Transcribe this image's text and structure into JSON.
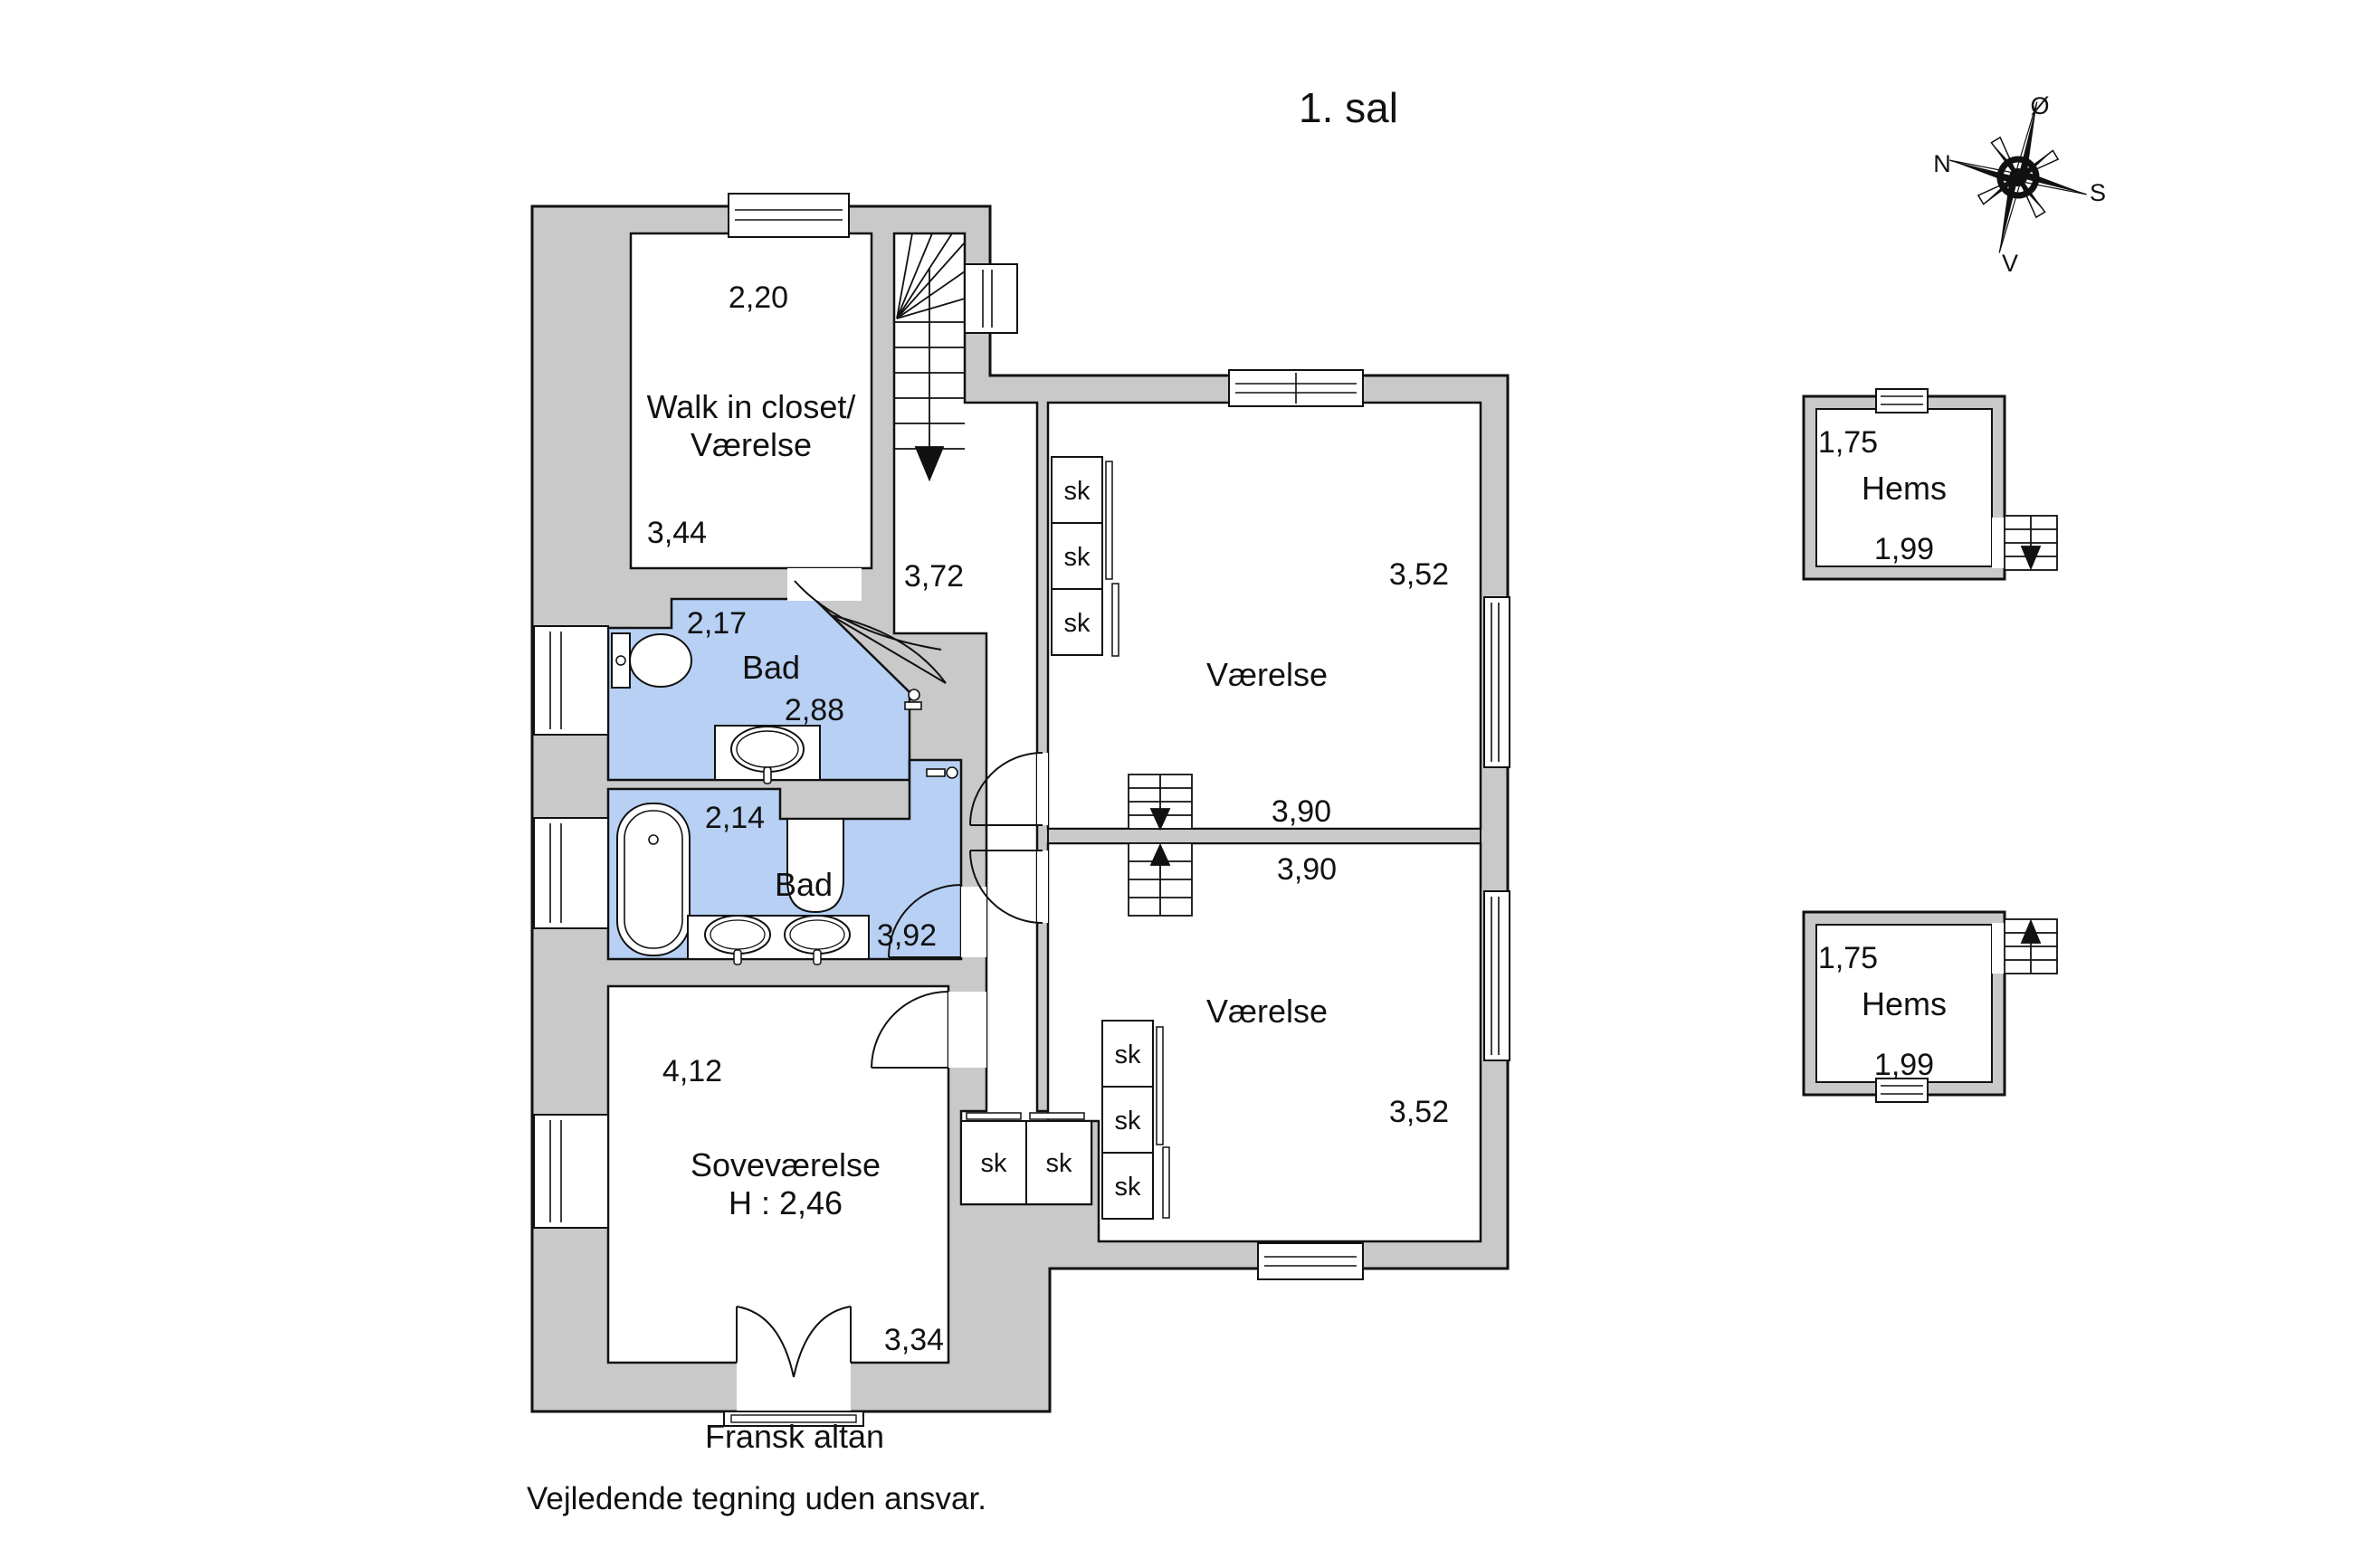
{
  "title": "1. sal",
  "footer_disclaimer": "Vejledende tegning uden ansvar.",
  "closet_label": "sk",
  "colors": {
    "wall": "#c9c9c9",
    "bath": "#b7d0f4",
    "line": "#111111",
    "floor": "#ffffff"
  },
  "compass": {
    "north": "N",
    "south": "S",
    "east": "Ø",
    "west": "V"
  },
  "rooms": {
    "walk_in_closet": {
      "name_line1": "Walk in closet/",
      "name_line2": "Værelse",
      "dim_width": "2,20",
      "dim_length": "3,44"
    },
    "hall": {
      "dim": "3,72"
    },
    "bad1": {
      "name": "Bad",
      "dim_width": "2,17",
      "dim_length": "2,88"
    },
    "bad2": {
      "name": "Bad",
      "dim_width": "2,14",
      "dim_length": "3,92"
    },
    "vaerelse1": {
      "name": "Værelse",
      "dim_width": "3,52",
      "dim_length": "3,90"
    },
    "vaerelse2": {
      "name": "Værelse",
      "dim_width": "3,52",
      "dim_length": "3,90"
    },
    "sovevaerelse": {
      "name": "Soveværelse",
      "ceiling_height": "H : 2,46",
      "dim_width": "4,12",
      "dim_door": "3,34"
    },
    "fransk_altan": {
      "label": "Fransk altan"
    },
    "hems1": {
      "name": "Hems",
      "dim_width": "1,75",
      "dim_length": "1,99"
    },
    "hems2": {
      "name": "Hems",
      "dim_width": "1,75",
      "dim_length": "1,99"
    }
  }
}
